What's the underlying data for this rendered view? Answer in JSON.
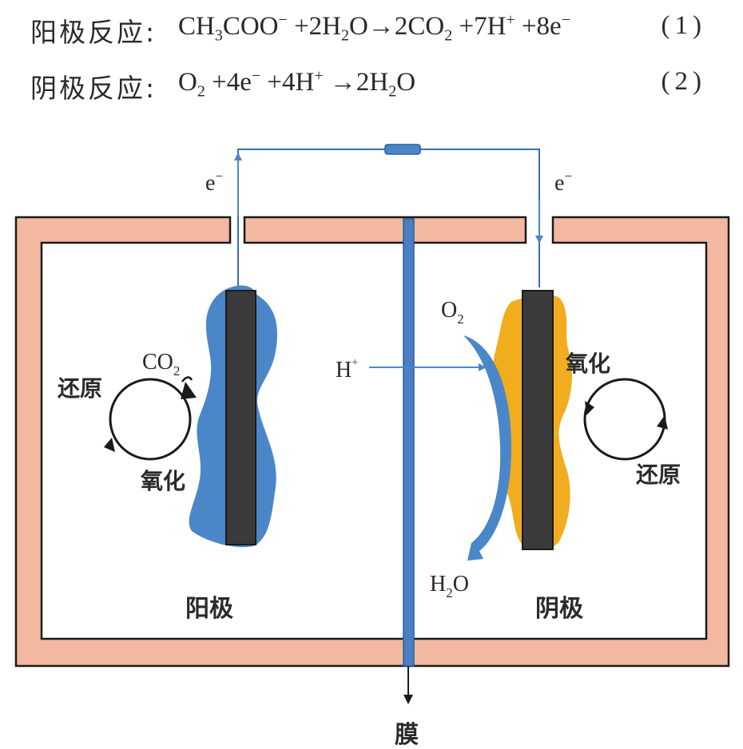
{
  "equations": [
    {
      "label": "阳极反应:",
      "formula_parts": [
        "CH",
        "3",
        "COO",
        "−",
        " +2H",
        "2",
        "O→2CO",
        "2",
        " +7H",
        "+",
        " +8e",
        "−"
      ],
      "number": "(1)"
    },
    {
      "label": "阴极反应:",
      "formula_parts": [
        "O",
        "2",
        " +4e",
        "−",
        " +4H",
        "+",
        " →2H",
        "2",
        "O"
      ],
      "number": "(2)"
    }
  ],
  "diagram": {
    "electron_left": "e",
    "electron_right": "e",
    "electron_sup": "−",
    "anode": {
      "label": "阳极",
      "co2": "CO",
      "co2_sub": "2",
      "reduction": "还原",
      "oxidation": "氧化"
    },
    "cathode": {
      "label": "阴极",
      "o2": "O",
      "o2_sub": "2",
      "h2o_h": "H",
      "h2o_sub": "2",
      "h2o_o": "O",
      "oxidation": "氧化",
      "reduction": "还原"
    },
    "proton": "H",
    "proton_sup": "+",
    "membrane": "膜"
  },
  "colors": {
    "wall": "#f2b9a0",
    "wall_outline": "#1a1a1a",
    "anode_biofilm": "#4a87c8",
    "cathode_biofilm": "#f0ad1e",
    "electrode": "#3a3a3a",
    "membrane": "#4a7fc1",
    "arrow_blue": "#4a87c8"
  }
}
